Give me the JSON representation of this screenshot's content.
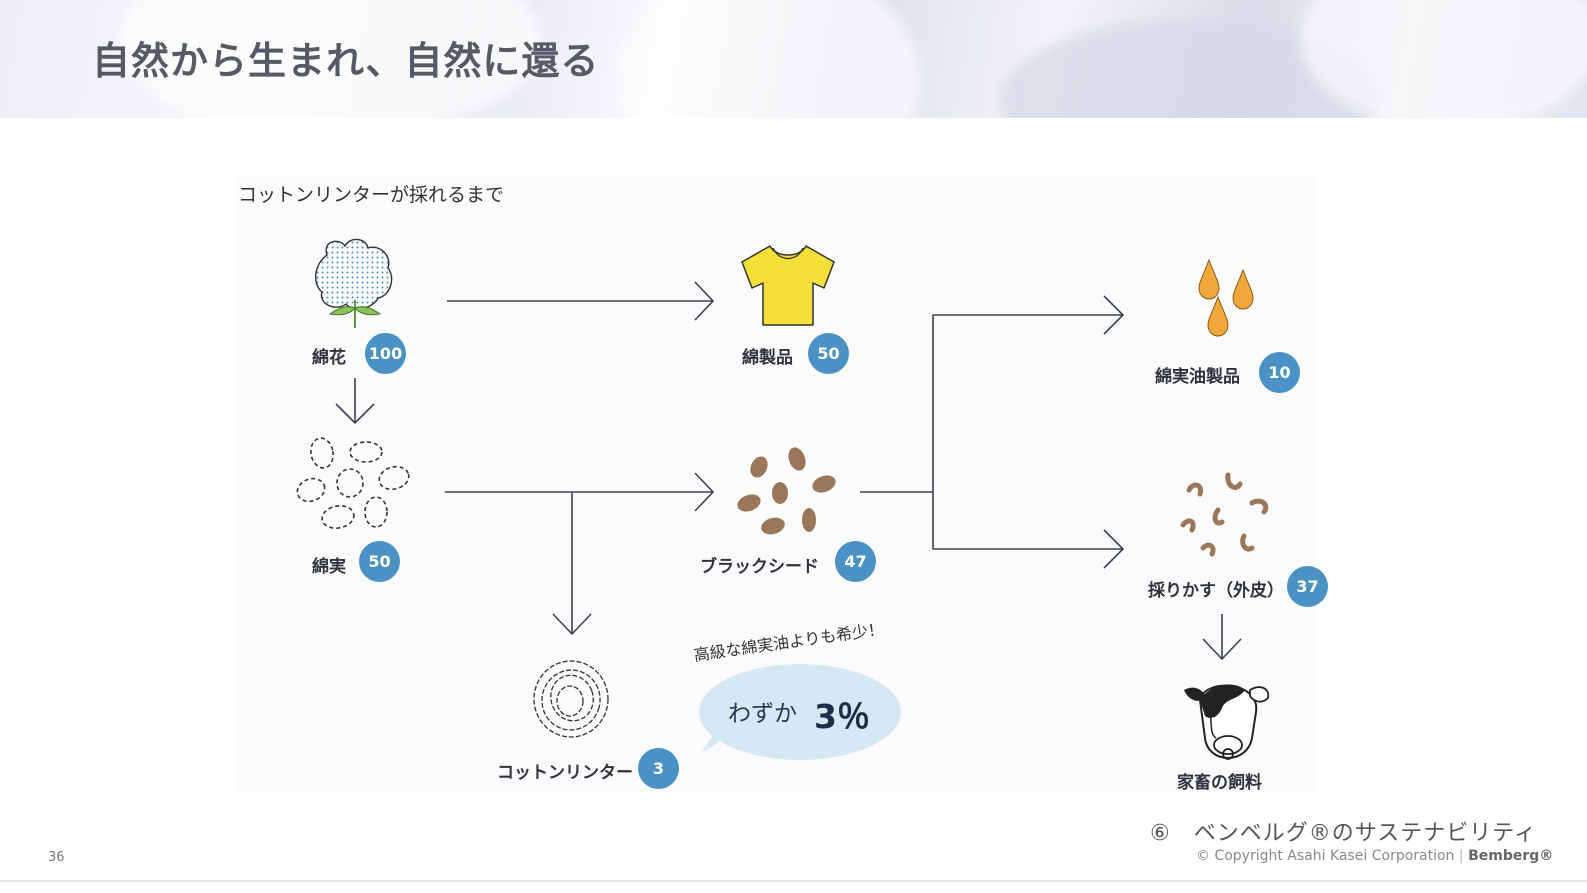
{
  "header": {
    "title": "自然から生まれ、自然に還る"
  },
  "diagram": {
    "subtitle": "コットンリンターが採れるまで",
    "nodes": {
      "cotton_flower": {
        "label": "綿花",
        "value": "100"
      },
      "cotton_seed": {
        "label": "綿実",
        "value": "50"
      },
      "cotton_products": {
        "label": "綿製品",
        "value": "50"
      },
      "black_seed": {
        "label": "ブラックシード",
        "value": "47"
      },
      "cotton_linter": {
        "label": "コットンリンター",
        "value": "3"
      },
      "cottonseed_oil": {
        "label": "綿実油製品",
        "value": "10"
      },
      "husk": {
        "label": "採りかす（外皮）",
        "value": "37"
      },
      "livestock_feed": {
        "label": "家畜の飼料"
      }
    },
    "callout": {
      "curved_text": "高級な綿実油よりも希少！",
      "text": "わずか",
      "percent": "3％"
    }
  },
  "footer": {
    "section": "⑥　ベンベルグ®のサステナビリティ",
    "copyright": "© Copyright Asahi Kasei Corporation",
    "brand": "Bemberg®",
    "page_number": "36"
  },
  "colors": {
    "badge": "#4a92c4",
    "shirt": "#f5e03a",
    "seed": "#9c7658",
    "oil": "#f0a73a",
    "bubble": "#d6e8f4"
  }
}
